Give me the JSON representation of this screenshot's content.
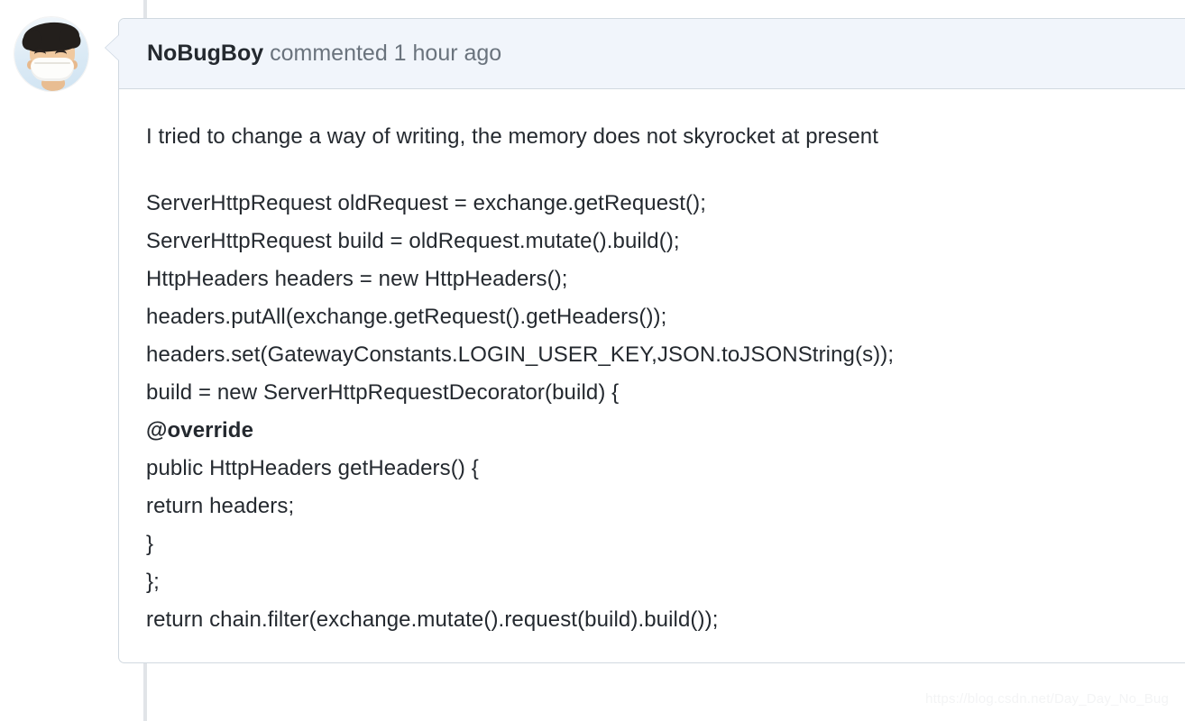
{
  "timeline": {
    "rail_color": "#e1e4e8"
  },
  "avatar": {
    "icon": "user-avatar-anime-face-mask",
    "alt": "NoBugBoy avatar"
  },
  "comment": {
    "header": {
      "author": "NoBugBoy",
      "meta": "commented 1 hour ago",
      "background": "#f1f5fb",
      "border_color": "#d1d9e0"
    },
    "body": {
      "lines": [
        {
          "text": "I tried to change a way of writing, the memory does not skyrocket at present",
          "bold": false
        },
        {
          "text": "",
          "bold": false,
          "spacer": true
        },
        {
          "text": "ServerHttpRequest oldRequest = exchange.getRequest();",
          "bold": false
        },
        {
          "text": "ServerHttpRequest build = oldRequest.mutate().build();",
          "bold": false
        },
        {
          "text": "HttpHeaders headers = new HttpHeaders();",
          "bold": false
        },
        {
          "text": "headers.putAll(exchange.getRequest().getHeaders());",
          "bold": false
        },
        {
          "text": "headers.set(GatewayConstants.LOGIN_USER_KEY,JSON.toJSONString(s));",
          "bold": false
        },
        {
          "text": "build = new ServerHttpRequestDecorator(build) {",
          "bold": false
        },
        {
          "text": "@override",
          "bold": true
        },
        {
          "text": "public HttpHeaders getHeaders() {",
          "bold": false
        },
        {
          "text": "return headers;",
          "bold": false
        },
        {
          "text": "}",
          "bold": false
        },
        {
          "text": "};",
          "bold": false
        },
        {
          "text": "return chain.filter(exchange.mutate().request(build).build());",
          "bold": false
        }
      ]
    }
  },
  "watermark": {
    "text": "https://blog.csdn.net/Day_Day_No_Bug",
    "color": "#f3f4f5"
  }
}
